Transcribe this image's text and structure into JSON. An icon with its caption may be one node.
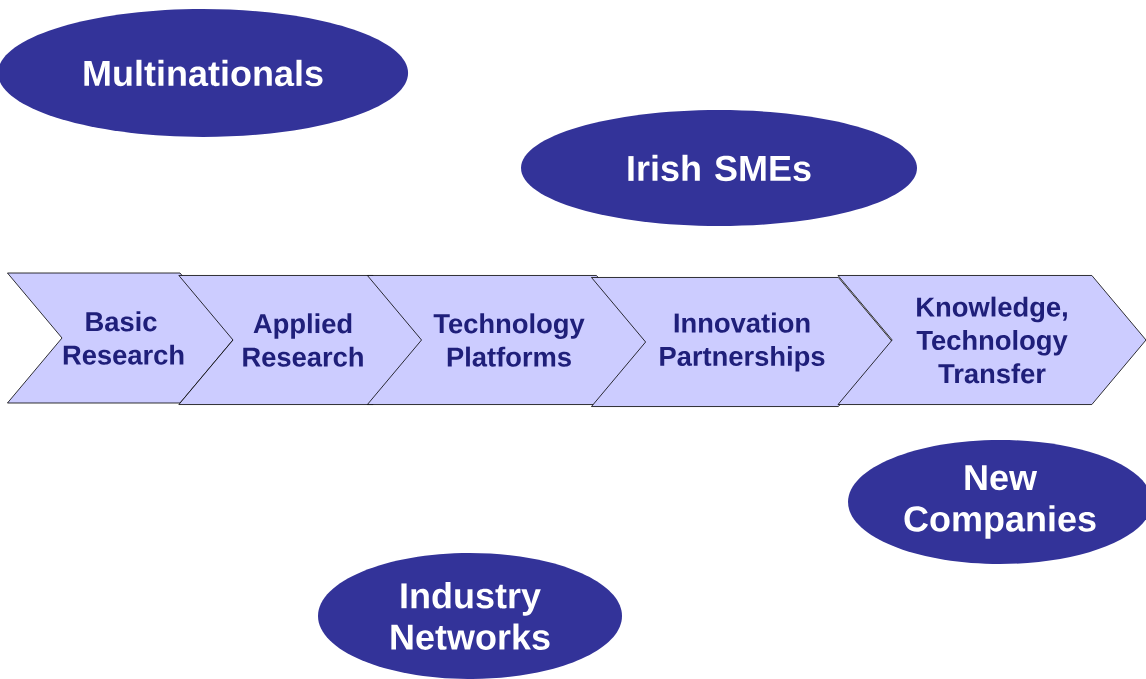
{
  "diagram": {
    "nodes": [
      {
        "text": [
          "Multinationals"
        ]
      },
      {
        "text": [
          "Irish SMEs"
        ]
      },
      {
        "text": [
          "Basic Research"
        ]
      },
      {
        "text": [
          "Applied Research"
        ]
      },
      {
        "text": [
          "Technology Platforms"
        ]
      },
      {
        "text": [
          "Innovation Partnerships"
        ]
      },
      {
        "text": [
          "Knowledge, Technology Transfer"
        ]
      },
      {
        "text": [
          "New Companies"
        ]
      },
      {
        "text": [
          "Industry Networks"
        ]
      }
    ]
  }
}
